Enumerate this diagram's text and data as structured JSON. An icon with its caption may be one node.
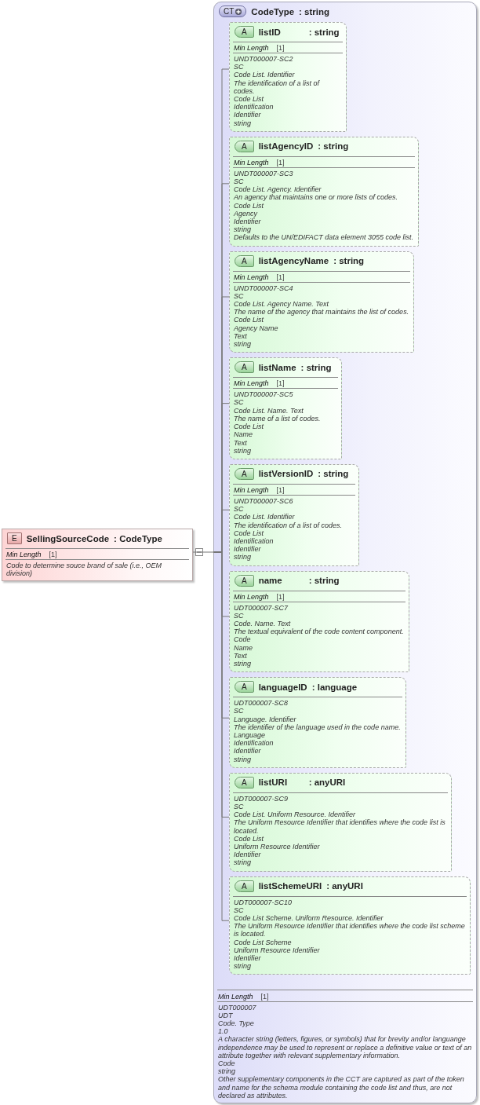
{
  "diagram": {
    "nodes": [
      {
        "text": [
          "E",
          "SellingSourceCode",
          ": CodeType",
          "Min Length",
          "[1]",
          "Code to determine souce brand of sale (i.e., OEM division)"
        ]
      },
      {
        "text": [
          "CT",
          "CodeType",
          ": string",
          "Min Length",
          "[1]",
          "UDT000007",
          "UDT",
          "Code. Type",
          "1.0",
          "A character string (letters, figures, or symbols) that for brevity and/or languange independence may be used to represent or replace a definitive value or text of an attribute together with relevant supplementary information.",
          "Code",
          "string",
          "Other supplementary components in the CCT are captured as part of the token and name for the schema module containing the code list and thus, are not declared as attributes."
        ]
      },
      {
        "text": [
          "A",
          "listID",
          ": string",
          "Min Length",
          "[1]",
          "UNDT000007-SC2",
          "SC",
          "Code List. Identifier",
          "The identification of a list of codes.",
          "Code List",
          "Identification",
          "Identifier",
          "string"
        ],
        "in": 1
      },
      {
        "text": [
          "A",
          "listAgencyID",
          ": string",
          "Min Length",
          "[1]",
          "UNDT000007-SC3",
          "SC",
          "Code List. Agency. Identifier",
          "An agency that maintains one or more lists of codes.",
          "Code List",
          "Agency",
          "Identifier",
          "string",
          "Defaults to the UN/EDIFACT data element 3055 code list."
        ],
        "in": 1
      },
      {
        "text": [
          "A",
          "listAgencyName",
          ": string",
          "Min Length",
          "[1]",
          "UNDT000007-SC4",
          "SC",
          "Code List. Agency Name. Text",
          "The name of the agency that maintains the list of codes.",
          "Code List",
          "Agency Name",
          "Text",
          "string"
        ],
        "in": 1
      },
      {
        "text": [
          "A",
          "listName",
          ": string",
          "Min Length",
          "[1]",
          "UNDT000007-SC5",
          "SC",
          "Code List. Name. Text",
          "The name of a list of codes.",
          "Code List",
          "Name",
          "Text",
          "string"
        ],
        "in": 1
      },
      {
        "text": [
          "A",
          "listVersionID",
          ": string",
          "Min Length",
          "[1]",
          "UNDT000007-SC6",
          "SC",
          "Code List. Identifier",
          "The identification of a list of codes.",
          "Code List",
          "Identification",
          "Identifier",
          "string"
        ],
        "in": 1
      },
      {
        "text": [
          "A",
          "name",
          ": string",
          "Min Length",
          "[1]",
          "UDT000007-SC7",
          "SC",
          "Code. Name. Text",
          "The textual equivalent of the code content component.",
          "Code",
          "Name",
          "Text",
          "string"
        ],
        "in": 1
      },
      {
        "text": [
          "A",
          "languageID",
          ": language",
          "UDT000007-SC8",
          "SC",
          "Language. Identifier",
          "The identifier of the language used in the code name.",
          "Language",
          "Identification",
          "Identifier",
          "string"
        ],
        "in": 1
      },
      {
        "text": [
          "A",
          "listURI",
          ": anyURI",
          "UDT000007-SC9",
          "SC",
          "Code List. Uniform Resource. Identifier",
          "The Uniform Resource Identifier that identifies where the code list is located.",
          "Code List",
          "Uniform Resource Identifier",
          "Identifier",
          "string"
        ],
        "in": 1
      },
      {
        "text": [
          "A",
          "listSchemeURI",
          ": anyURI",
          "UDT000007-SC10",
          "SC",
          "Code List Scheme. Uniform Resource. Identifier",
          "The Uniform Resource Identifier that identifies where the code list scheme is located.",
          "Code List Scheme",
          "Uniform Resource Identifier",
          "Identifier",
          "string"
        ],
        "in": 1
      }
    ],
    "edges": [
      {
        "from": 0,
        "to": 1,
        "arrow": "none"
      },
      {
        "from": 1,
        "to": 2,
        "arrow": "none"
      },
      {
        "from": 1,
        "to": 3,
        "arrow": "none"
      },
      {
        "from": 1,
        "to": 4,
        "arrow": "none"
      },
      {
        "from": 1,
        "to": 5,
        "arrow": "none"
      },
      {
        "from": 1,
        "to": 6,
        "arrow": "none"
      },
      {
        "from": 1,
        "to": 7,
        "arrow": "none"
      },
      {
        "from": 1,
        "to": 8,
        "arrow": "none"
      },
      {
        "from": 1,
        "to": 9,
        "arrow": "none"
      },
      {
        "from": 1,
        "to": 10,
        "arrow": "none"
      }
    ]
  }
}
